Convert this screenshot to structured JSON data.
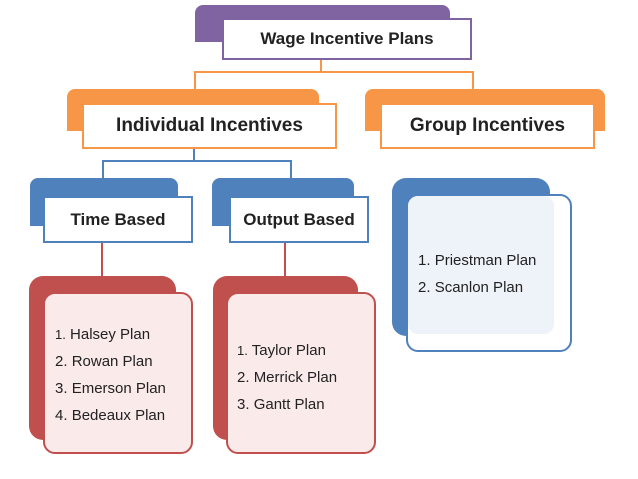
{
  "root": {
    "label": "Wage Incentive Plans"
  },
  "branches": {
    "individual": {
      "label": "Individual Incentives"
    },
    "group": {
      "label": "Group Incentives"
    }
  },
  "sub_branches": {
    "time_based": {
      "label": "Time Based"
    },
    "output_based": {
      "label": "Output Based"
    }
  },
  "lists": {
    "time_based": [
      {
        "num": "1.",
        "text": "Halsey Plan"
      },
      {
        "num": "2.",
        "text": "Rowan Plan"
      },
      {
        "num": "3.",
        "text": "Emerson Plan"
      },
      {
        "num": "4.",
        "text": "Bedeaux Plan"
      }
    ],
    "output_based": [
      {
        "num": "1.",
        "text": "Taylor Plan"
      },
      {
        "num": "2.",
        "text": "Merrick Plan"
      },
      {
        "num": "3.",
        "text": "Gantt Plan"
      }
    ],
    "group": [
      {
        "num": "1.",
        "text": "Priestman Plan"
      },
      {
        "num": "2.",
        "text": "Scanlon Plan"
      }
    ]
  },
  "colors": {
    "purple": "#8064a2",
    "orange": "#f79646",
    "blue": "#4f81bd",
    "red": "#c0504d",
    "pink_fill": "#fbeaea",
    "blue_fill": "#eef2f9"
  }
}
